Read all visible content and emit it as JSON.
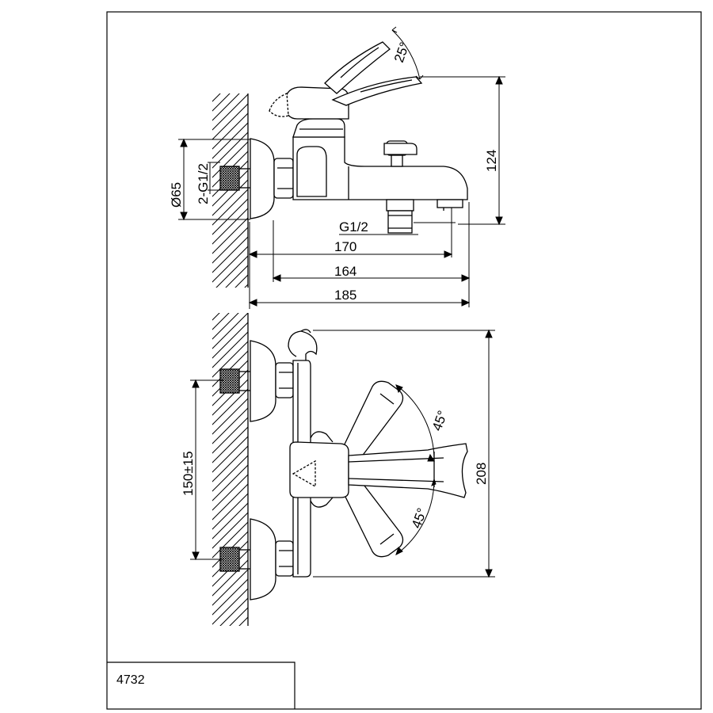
{
  "drawing": {
    "model_code": "4732",
    "side_view": {
      "angle_handle": "25°",
      "height": "124",
      "wall_plate_diameter": "Ø65",
      "inlet_thread": "2-G1/2",
      "outlet_thread": "G1/2",
      "length_outlet": "170",
      "length_body": "164",
      "length_total": "185"
    },
    "front_view": {
      "angle_upper": "45°",
      "angle_lower": "45°",
      "center_distance": "150±15",
      "height": "208"
    }
  }
}
